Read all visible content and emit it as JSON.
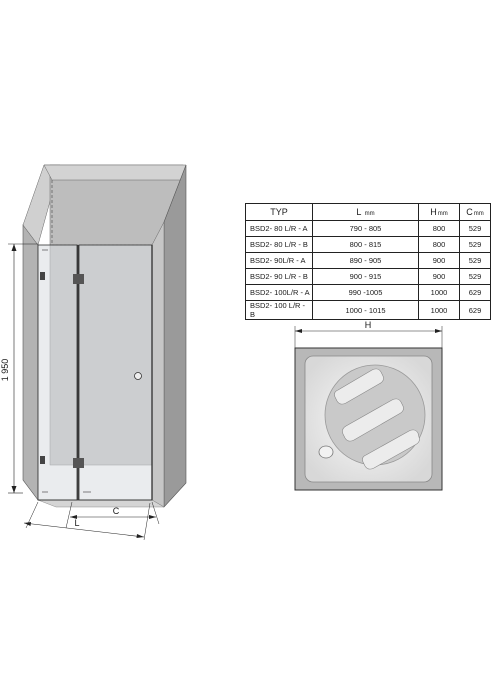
{
  "dimensions": {
    "height": "1 950",
    "width_c": "C",
    "width_l": "L",
    "tray_h": "H"
  },
  "table": {
    "headers": [
      {
        "label": "TYP",
        "unit": ""
      },
      {
        "label": "L",
        "unit": "mm"
      },
      {
        "label": "H",
        "unit": "mm"
      },
      {
        "label": "C",
        "unit": "mm"
      }
    ],
    "rows": [
      [
        "BSD2-  80 L/R - A",
        "790 - 805",
        "800",
        "529"
      ],
      [
        "BSD2-  80 L/R - B",
        "800 - 815",
        "800",
        "529"
      ],
      [
        "BSD2- 90L/R - A",
        "890 - 905",
        "900",
        "529"
      ],
      [
        "BSD2- 90 L/R - B",
        "900 - 915",
        "900",
        "529"
      ],
      [
        "BSD2- 100L/R - A",
        "990 -1005",
        "1000",
        "629"
      ],
      [
        "BSD2- 100 L/R - B",
        "1000 - 1015",
        "1000",
        "629"
      ]
    ]
  }
}
